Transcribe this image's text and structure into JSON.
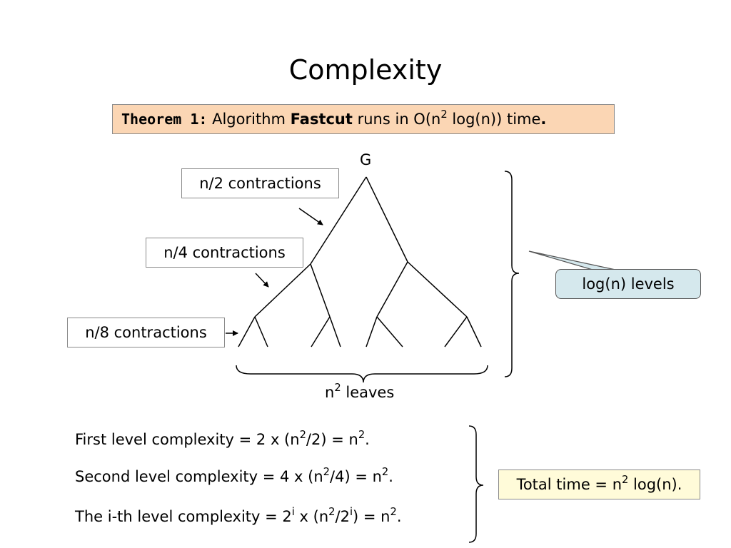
{
  "title": "Complexity",
  "theorem": {
    "label": "Theorem 1:",
    "pre": "Algorithm",
    "algo": "Fastcut",
    "mid": "runs in O(n",
    "exp": "2",
    "post": "log(n)) time",
    "period": "."
  },
  "tree": {
    "root_label": "G",
    "contraction_labels": [
      "n/2 contractions",
      "n/4 contractions",
      "n/8 contractions"
    ],
    "leaves_base": "n",
    "leaves_exp": "2",
    "leaves_text": "leaves",
    "levels_label": "log(n) levels"
  },
  "formulas": [
    {
      "lead": "First level complexity = 2 x (n",
      "e1": "2",
      "mid": "/2) = n",
      "e2": "2",
      "tail": "."
    },
    {
      "lead": "Second level complexity = 4 x (n",
      "e1": "2",
      "mid": "/4) = n",
      "e2": "2",
      "tail": "."
    },
    {
      "lead": "The i-th level complexity = 2",
      "e0": "i",
      "a": " x (n",
      "e1": "2",
      "b": "/2",
      "e2": "i",
      "c": ") = n",
      "e3": "2",
      "tail": "."
    }
  ],
  "total": {
    "pre": "Total time = n",
    "exp": "2",
    "post": " log(n)."
  },
  "colors": {
    "theorem_bg": "#fbd6b4",
    "levels_bg": "#d5e8ed",
    "total_bg": "#fffbd9",
    "border": "#8a8a8a"
  }
}
